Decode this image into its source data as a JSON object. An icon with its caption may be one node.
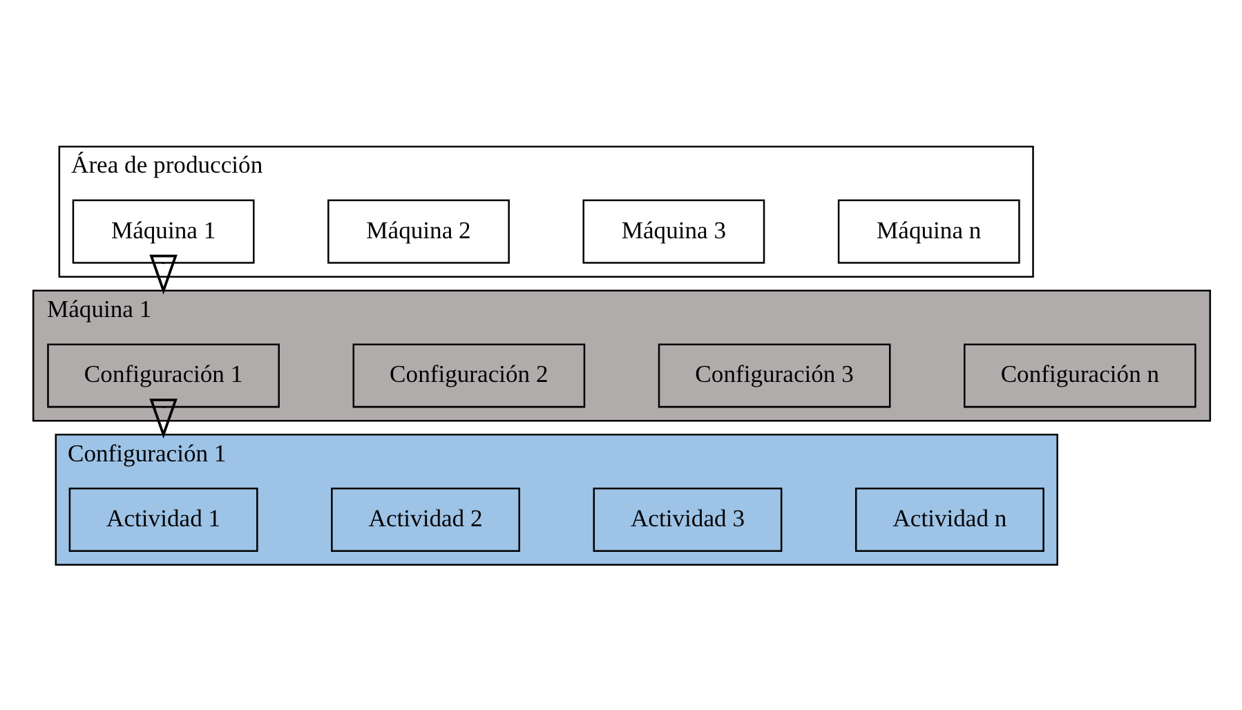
{
  "diagram": {
    "nodes": [
      {
        "text": [
          "Área de producción"
        ]
      },
      {
        "text": [
          "Máquina 1"
        ],
        "in": 0
      },
      {
        "text": [
          "Máquina 2"
        ],
        "in": 0
      },
      {
        "text": [
          "Máquina 3"
        ],
        "in": 0
      },
      {
        "text": [
          "Máquina n"
        ],
        "in": 0
      },
      {
        "text": [
          "Máquina 1"
        ]
      },
      {
        "text": [
          "Configuración 1"
        ],
        "in": 5
      },
      {
        "text": [
          "Configuración 2"
        ],
        "in": 5
      },
      {
        "text": [
          "Configuración 3"
        ],
        "in": 5
      },
      {
        "text": [
          "Configuración n"
        ],
        "in": 5
      },
      {
        "text": [
          "Configuración 1"
        ]
      },
      {
        "text": [
          "Actividad 1"
        ],
        "in": 10
      },
      {
        "text": [
          "Actividad 2"
        ],
        "in": 10
      },
      {
        "text": [
          "Actividad 3"
        ],
        "in": 10
      },
      {
        "text": [
          "Actividad n"
        ],
        "in": 10
      }
    ],
    "edges": [
      {
        "from": 1,
        "to": 5,
        "arrow": "to"
      },
      {
        "from": 6,
        "to": 10,
        "arrow": "to"
      }
    ]
  }
}
